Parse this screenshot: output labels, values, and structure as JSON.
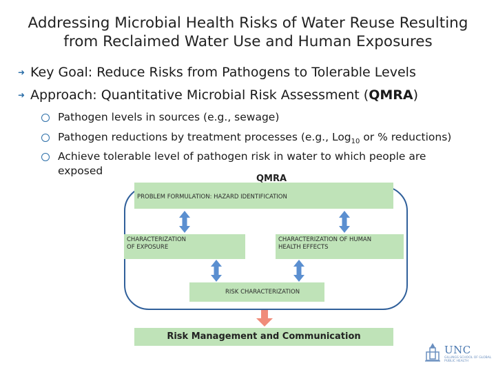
{
  "slide": {
    "title_line1": "Addressing Microbial Health Risks of Water Reuse Resulting",
    "title_line2": "from Reclaimed Water Use and Human Exposures",
    "bullets": [
      {
        "text": "Key Goal: Reduce Risks from Pathogens to Tolerable Levels"
      },
      {
        "prefix": "Approach: Quantitative Microbial Risk Assessment (",
        "strong": "QMRA",
        "suffix": ")"
      }
    ],
    "sub_bullets": [
      {
        "text": "Pathogen levels in sources (e.g., sewage)"
      },
      {
        "pre": "Pathogen reductions by treatment processes (e.g., Log",
        "sub": "10",
        "post": " or % reductions)"
      },
      {
        "text": "Achieve tolerable level of pathogen risk in water to which people are exposed"
      }
    ]
  },
  "diagram": {
    "label": "QMRA",
    "problem_formulation": "PROBLEM FORMULATION:  HAZARD IDENTIFICATION",
    "exposure": "CHARACTERIZATION OF EXPOSURE",
    "health_effects": "CHARACTERIZATION OF HUMAN HEALTH EFFECTS",
    "risk_characterization": "RISK CHARACTERIZATION",
    "risk_management": "Risk Management and Communication"
  },
  "logo": {
    "name": "UNC",
    "subtitle": "GILLINGS SCHOOL OF GLOBAL PUBLIC HEALTH"
  },
  "colors": {
    "box_fill": "#bfe3b8",
    "loop_border": "#2f5f9a",
    "arrow_blue": "#5b8fd0",
    "arrow_salmon": "#f08c7a"
  }
}
